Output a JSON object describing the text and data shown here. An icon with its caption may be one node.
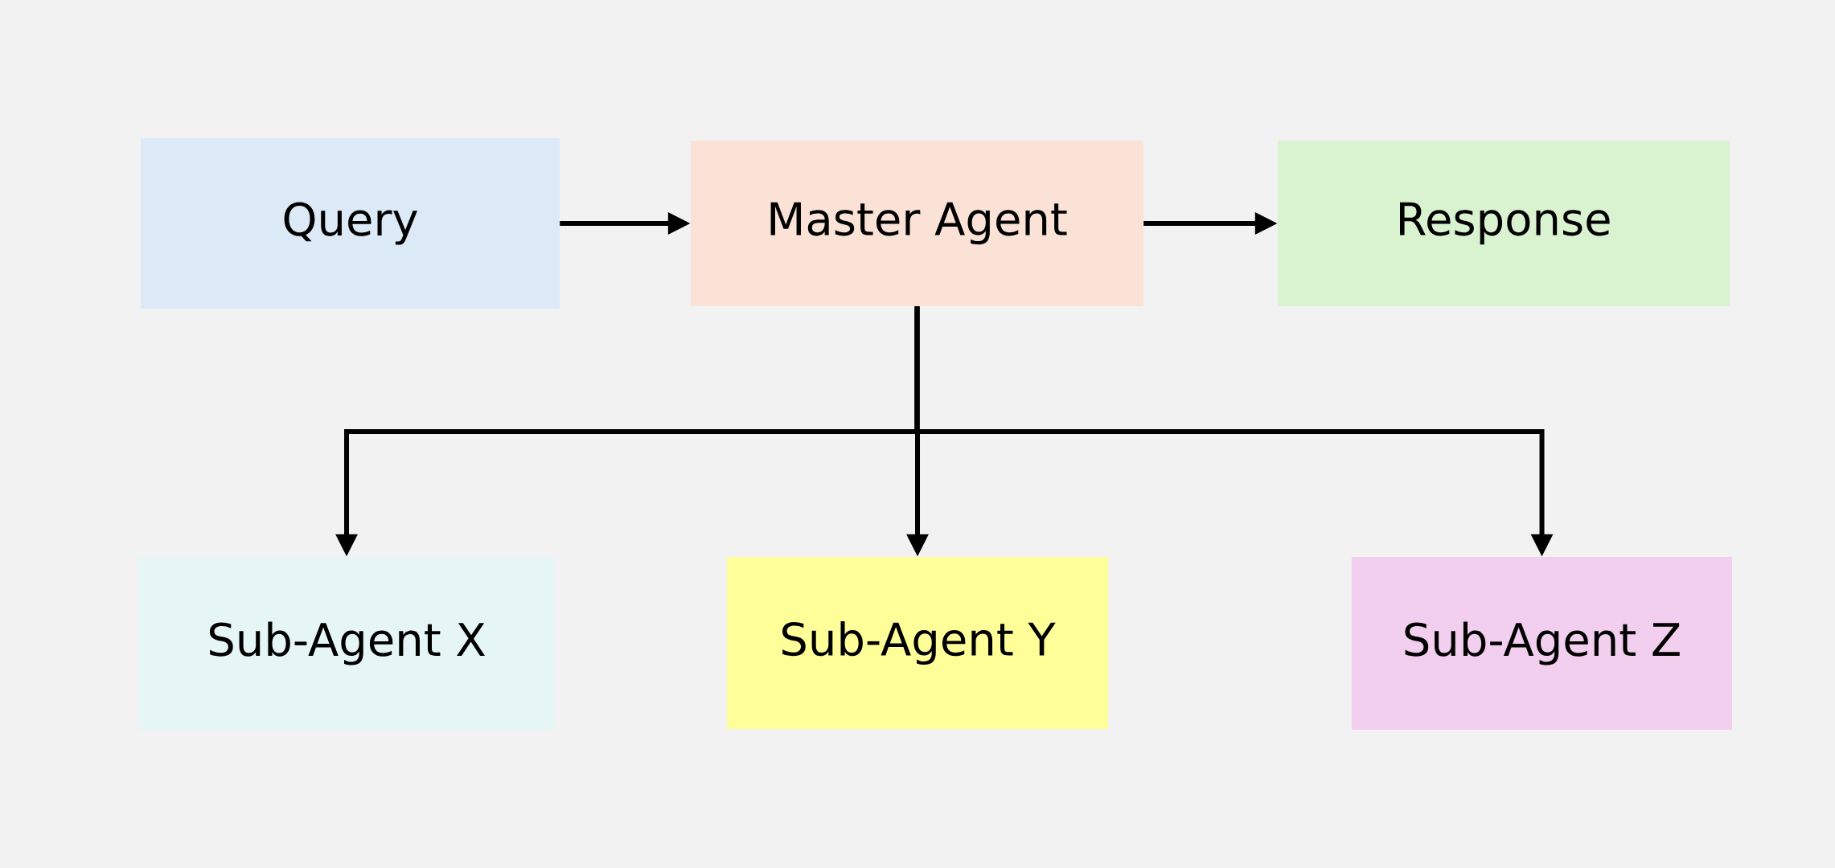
{
  "diagram": {
    "nodes": [
      {
        "text": [
          "Query"
        ]
      },
      {
        "text": [
          "Master Agent"
        ]
      },
      {
        "text": [
          "Response"
        ]
      },
      {
        "text": [
          "Sub-Agent X"
        ]
      },
      {
        "text": [
          "Sub-Agent Y"
        ]
      },
      {
        "text": [
          "Sub-Agent Z"
        ]
      }
    ],
    "edges": [
      {
        "from": 0,
        "to": 1,
        "arrow": "to"
      },
      {
        "from": 1,
        "to": 2,
        "arrow": "to"
      },
      {
        "from": 1,
        "to": 3,
        "arrow": "to"
      },
      {
        "from": 1,
        "to": 4,
        "arrow": "to"
      },
      {
        "from": 1,
        "to": 5,
        "arrow": "to"
      }
    ]
  }
}
